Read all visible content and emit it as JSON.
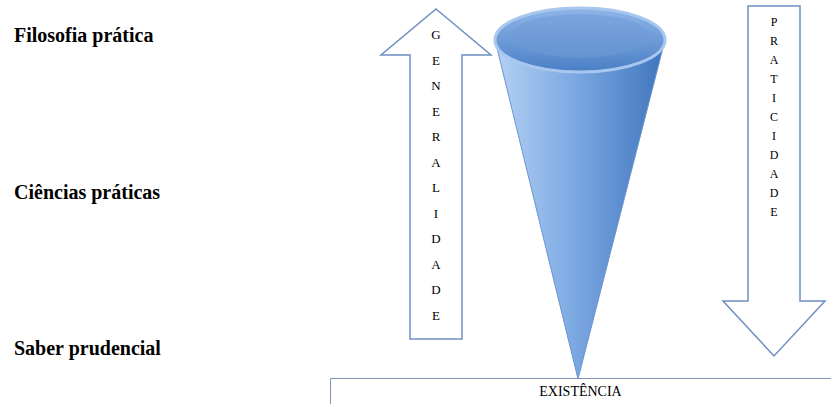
{
  "diagram": {
    "nodes": [
      {
        "text": [
          "GENERALIDADE"
        ]
      },
      {
        "text": [
          "PRATICIDADE"
        ]
      },
      {
        "text": [
          "EXISTÊNCIA"
        ]
      }
    ],
    "labels": [
      "Filosofia prática",
      "Ciências práticas",
      "Saber prudencial"
    ]
  }
}
